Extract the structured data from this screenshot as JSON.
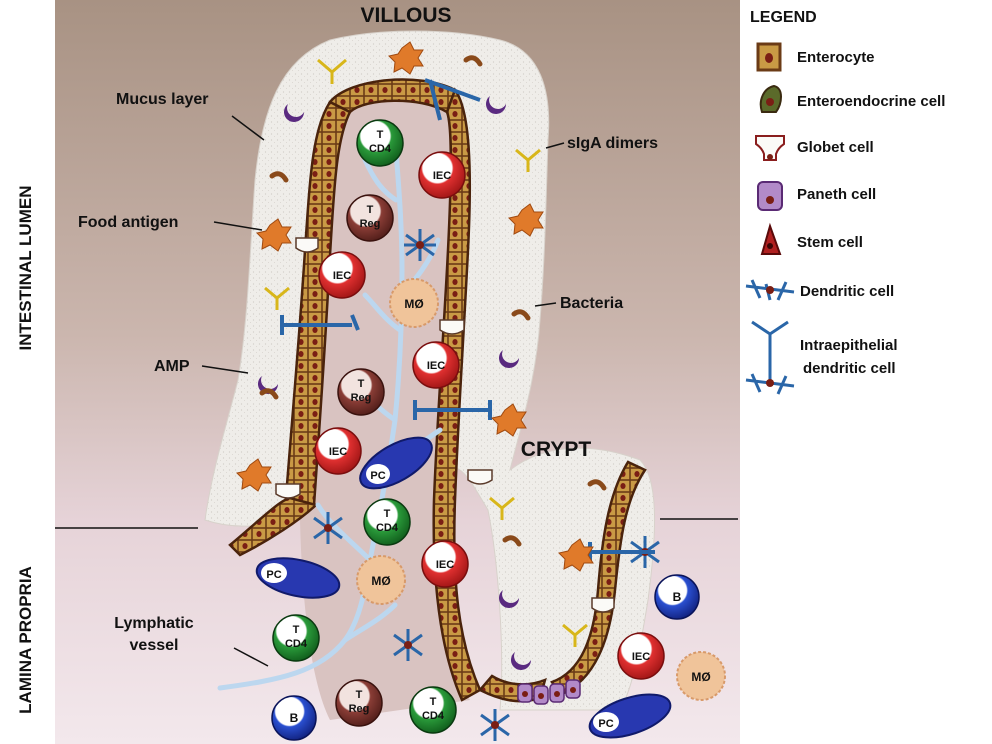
{
  "titles": {
    "villous": "VILLOUS",
    "crypt": "CRYPT"
  },
  "regions": {
    "lumen": "INTESTINAL LUMEN",
    "propria": "LAMINA PROPRIA"
  },
  "labels": {
    "mucus": "Mucus layer",
    "food": "Food antigen",
    "amp": "AMP",
    "lymph1": "Lymphatic",
    "lymph2": "vessel",
    "siga": "sIgA dimers",
    "bacteria": "Bacteria"
  },
  "legend": {
    "title": "LEGEND",
    "items": [
      {
        "label": "Enterocyte",
        "icon": "enterocyte-icon"
      },
      {
        "label": "Enteroendocrine cell",
        "icon": "enteroendocrine-cell-icon"
      },
      {
        "label": "Globet cell",
        "icon": "goblet-cell-icon"
      },
      {
        "label": "Paneth cell",
        "icon": "paneth-cell-icon"
      },
      {
        "label": "Stem cell",
        "icon": "stem-cell-icon"
      },
      {
        "label": "Dendritic cell",
        "icon": "dendritic-cell-icon"
      },
      {
        "label": "Intraepithelial",
        "label2": "dendritic cell",
        "icon": "intraepithelial-dendritic-cell-icon"
      }
    ]
  },
  "cells": {
    "iec": "IEC",
    "t": "T",
    "cd4": "CD4",
    "reg": "Reg",
    "mo": "MØ",
    "b": "B",
    "pc": "PC"
  },
  "colors": {
    "lumen_bg": "#b19d90",
    "propria_bg": "#efe0e6",
    "mucus": "#f0eeea",
    "enterocyte": "#c8973e",
    "iec": "#d42a2a",
    "tcd4": "#1f8a2e",
    "treg": "#7a3530",
    "b_cell": "#2340b8",
    "macrophage": "#f0c49a",
    "dendritic": "#2a66a8",
    "lymphatic": "#b9d4ec"
  }
}
